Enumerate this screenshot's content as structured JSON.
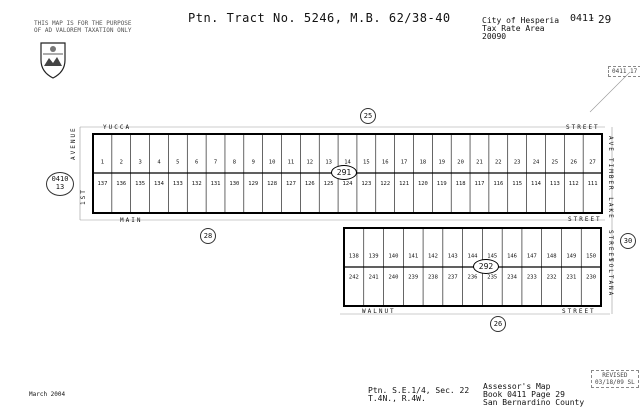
{
  "header": {
    "disclaimer_line1": "THIS MAP IS FOR THE PURPOSE",
    "disclaimer_line2": "OF AD VALOREM TAXATION ONLY",
    "title": "Ptn. Tract No. 5246, M.B. 62/38-40",
    "city_line1": "City of Hesperia",
    "city_line2": "Tax Rate Area",
    "city_line3": "20090",
    "book_prefix": "0411",
    "page_dash": "-",
    "page_num": "29"
  },
  "streets": {
    "yucca": "YUCCA",
    "yucca_street": "STREET",
    "main": "MAIN",
    "main_street": "STREET",
    "walnut": "WALNUT",
    "walnut_street": "STREET",
    "avenue_west": "AVENUE",
    "avenue_west_2": "1ST",
    "timber_lake": "TIMBER LAKE",
    "timber_ave": "AVE",
    "soltana": "SOLTANA",
    "soltana_street": "STREET"
  },
  "page_refs": {
    "ref_25": "25",
    "ref_28": "28",
    "ref_26": "26",
    "ref_30": "30",
    "ref_0410_top": "0410",
    "ref_0410_bottom": "13"
  },
  "blocks": {
    "b291": "291",
    "b292": "292"
  },
  "block1": {
    "top_row": [
      "1",
      "2",
      "3",
      "4",
      "5",
      "6",
      "7",
      "8",
      "9",
      "10",
      "11",
      "12",
      "13",
      "14",
      "15",
      "16",
      "17",
      "18",
      "19",
      "20",
      "21",
      "22",
      "23",
      "24",
      "25",
      "26",
      "27"
    ],
    "bottom_row": [
      "137",
      "136",
      "135",
      "134",
      "133",
      "132",
      "131",
      "130",
      "129",
      "128",
      "127",
      "126",
      "125",
      "124",
      "123",
      "122",
      "121",
      "120",
      "119",
      "118",
      "117",
      "116",
      "115",
      "114",
      "113",
      "112",
      "111"
    ]
  },
  "block2": {
    "top_row": [
      "138",
      "139",
      "140",
      "141",
      "142",
      "143",
      "144",
      "145",
      "146",
      "147",
      "148",
      "149",
      "150"
    ],
    "bottom_row": [
      "242",
      "241",
      "240",
      "239",
      "238",
      "237",
      "236",
      "235",
      "234",
      "233",
      "232",
      "231",
      "230"
    ]
  },
  "footer": {
    "date": "March 2004",
    "ptn_line1": "Ptn. S.E.1/4, Sec. 22",
    "ptn_line2": "T.4N., R.4W.",
    "assessor_line1": "Assessor's Map",
    "assessor_line2": "Book 0411 Page 29",
    "assessor_line3": "San Bernardino County",
    "revised_label": "REVISED",
    "revised_date": "03/18/09 SL"
  },
  "corner_ref": "0411 17"
}
